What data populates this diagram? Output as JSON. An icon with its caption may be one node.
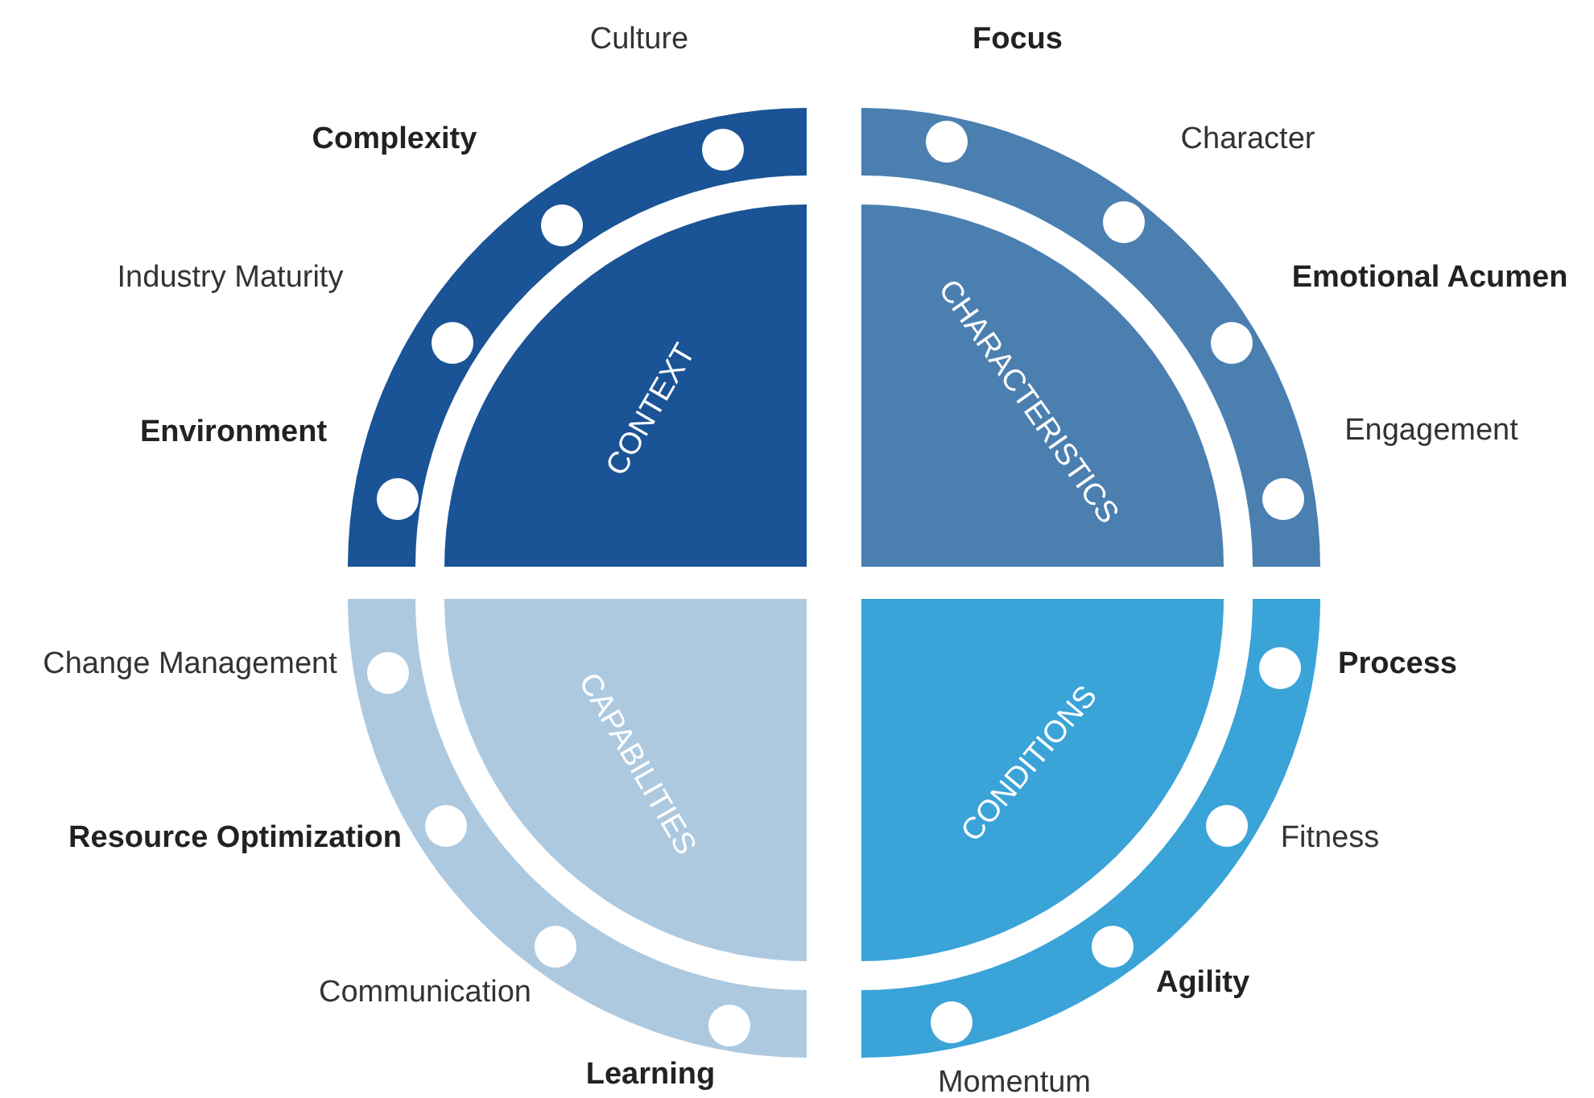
{
  "diagram": {
    "nodes": [
      {
        "text": [
          "CONTEXT"
        ]
      },
      {
        "text": [
          "CHARACTERISTICS"
        ]
      },
      {
        "text": [
          "CAPABILITIES"
        ]
      },
      {
        "text": [
          "CONDITIONS"
        ]
      }
    ],
    "labels": [
      "Culture",
      "Focus",
      "Complexity",
      "Character",
      "Industry Maturity",
      "Emotional Acumen",
      "Environment",
      "Engagement",
      "Change Management",
      "Process",
      "Resource Optimization",
      "Fitness",
      "Communication",
      "Agility",
      "Learning",
      "Momentum"
    ]
  }
}
